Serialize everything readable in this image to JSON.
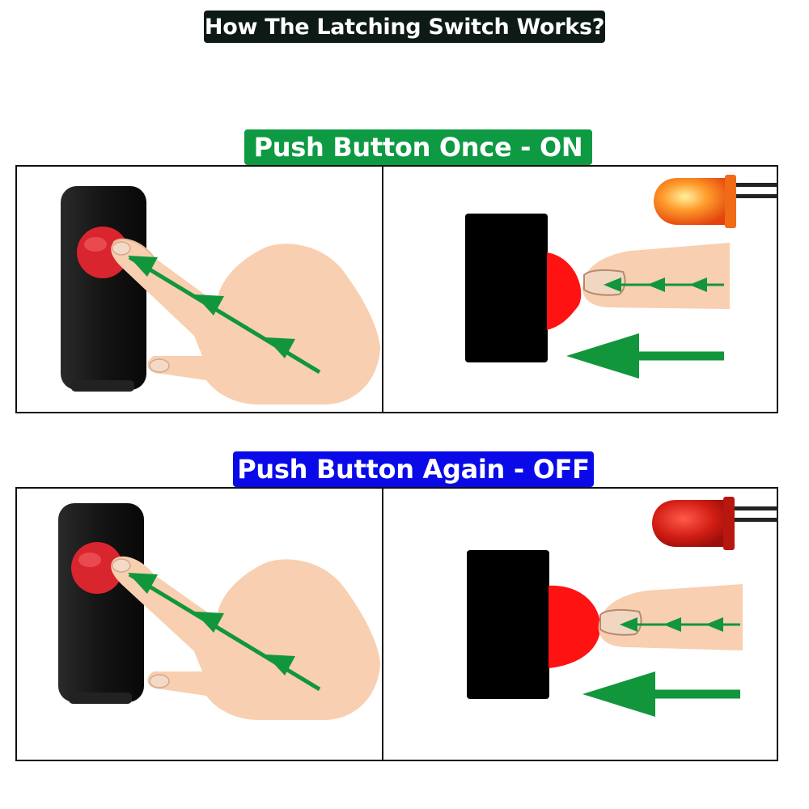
{
  "title": "How The Latching Switch Works?",
  "steps": [
    {
      "label": "Push Button Once - ON",
      "label_color": "#0e9a43",
      "led_state": "on"
    },
    {
      "label": "Push Button Again - OFF",
      "label_color": "#0a0ae8",
      "led_state": "off"
    }
  ],
  "colors": {
    "title_bg": "#0d1a16",
    "switch_body": "#151515",
    "switch_button": "#e0262f",
    "skin": "#f8cfb0",
    "arrow": "#12963b",
    "led_on": "#ff8a1c",
    "led_off": "#d81f16"
  }
}
